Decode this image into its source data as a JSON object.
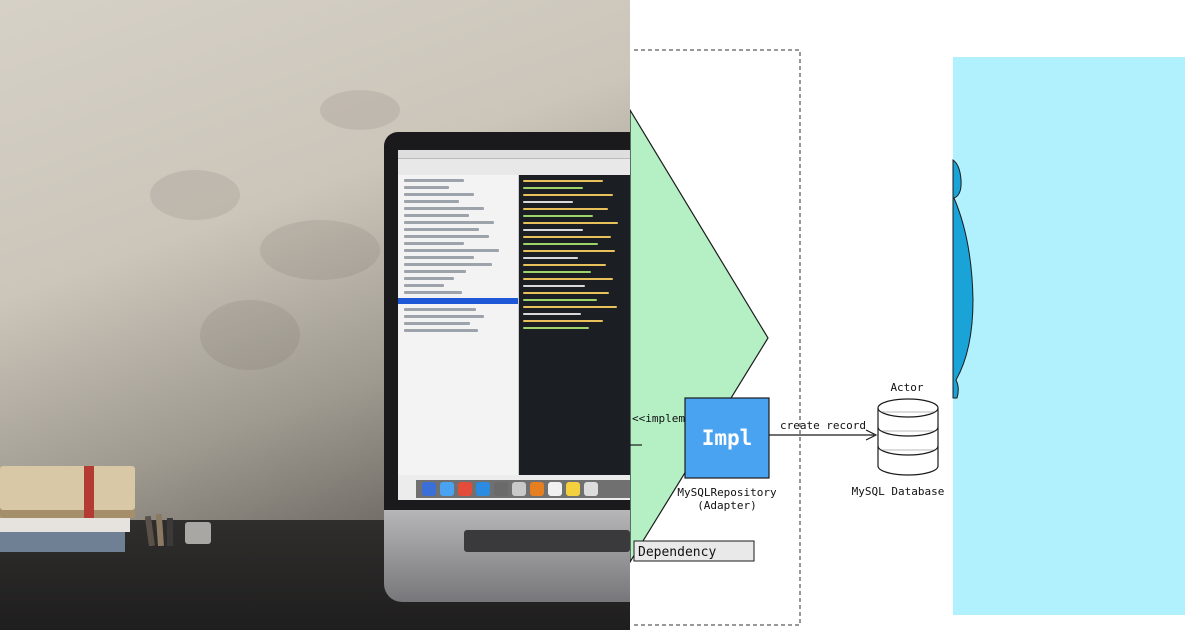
{
  "photo": {
    "subject": "laptop-on-desk"
  },
  "diagram": {
    "actor_label": "Actor",
    "impl_label": "Impl",
    "implement_label": "<<implement>>",
    "create_record_label": "create record",
    "adapter_caption_line1": "MySQLRepository",
    "adapter_caption_line2": "(Adapter)",
    "database_caption": "MySQL Database",
    "dependency_label": "Dependency",
    "colors": {
      "hexagon_fill": "#b4f0c4",
      "impl_fill": "#4aa3f0",
      "panel_fill": "#b1f1fd",
      "blob_fill": "#1aa3d6"
    }
  }
}
